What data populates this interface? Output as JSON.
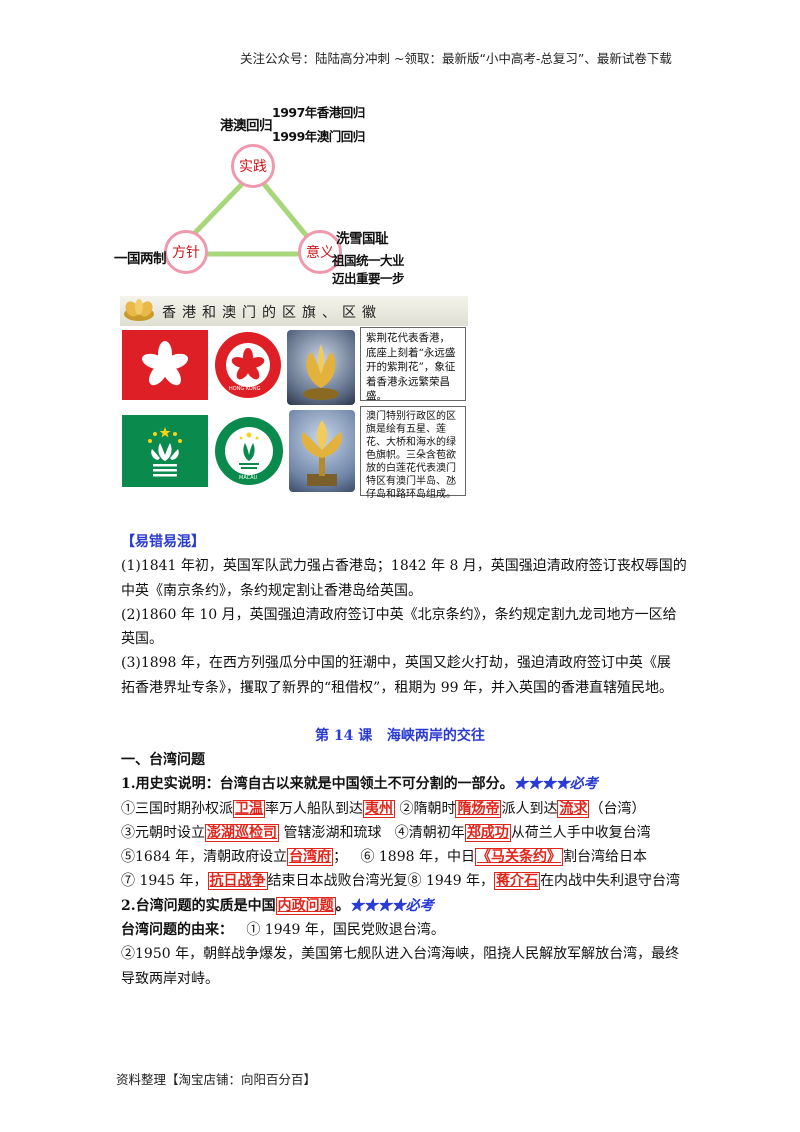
{
  "header": {
    "text": "关注公众号：陆陆高分冲刺  ~领取：最新版“小中高考-总复习”、最新试卷下载"
  },
  "diagram": {
    "circle_top": "实践",
    "circle_left": "方针",
    "circle_right": "意义",
    "top_label": "港澳回归",
    "top_items": [
      "1997年香港回归",
      "1999年澳门回归"
    ],
    "left_label": "一国两制",
    "right_label": "洗雪国耻",
    "right_items": [
      "祖国统一大业",
      "迈出重要一步"
    ]
  },
  "flags_panel": {
    "title": "香港和澳门的区旗、区徽",
    "hk_emblem_text": "HONG KONG",
    "macau_emblem_text": "MACAU",
    "hk_note": "紫荆花代表香港，底座上刻着“永远盛开的紫荆花”，象征着香港永远繁荣昌盛。",
    "macau_note": "澳门特别行政区的区旗是绘有五星、莲花、大桥和海水的绿色旗帜。三朵含苞欲放的白莲花代表澳门特区有澳门半岛、氹仔岛和路环岛组成。"
  },
  "section1": {
    "heading": "【易错易混】",
    "lines": [
      "(1)1841 年初，英国军队武力强占香港岛；1842 年 8 月，英国强迫清政府签订丧权辱国的",
      "中英《南京条约》，条约规定割让香港岛给英国。",
      "(2)1860 年 10 月，英国强迫清政府签订中英《北京条约》，条约规定割九龙司地方一区给",
      "英国。",
      "(3)1898 年，在西方列强瓜分中国的狂潮中，英国又趁火打劫，强迫清政府签订中英《展",
      "拓香港界址专条》，攫取了新界的“租借权”，租期为 99 年，并入英国的香港直辖殖民地。"
    ]
  },
  "lesson": {
    "title": "第 14 课   海峡两岸的交往",
    "sub1": "一、台湾问题",
    "point1": "1.用史实说明：台湾自古以来就是中国领土不可分割的一部分。",
    "stars": "★★★★必考",
    "facts": {
      "l1a": "①三国时期孙权派",
      "l1k1": "卫温",
      "l1b": "率万人船队到达",
      "l1k2": "夷州",
      "l1c": " ②隋朝时",
      "l1k3": "隋炀帝",
      "l1d": "派人到达",
      "l1k4": "流求",
      "l1e": "（台湾）",
      "l2a": "③元朝时设立",
      "l2k1": "澎湖巡检司",
      "l2b": " 管辖澎湖和琉球   ④清朝初年",
      "l2k2": "郑成功",
      "l2c": "从荷兰人手中收复台湾",
      "l3a": "⑤1684 年，清朝政府设立",
      "l3k1": "台湾府",
      "l3b": "；   ⑥ 1898 年，中日",
      "l3k2": "《马关条约》",
      "l3c": "割台湾给日本",
      "l4a": "⑦ 1945 年，",
      "l4k1": "抗日战争",
      "l4b": "结束日本战败台湾光复⑧ 1949 年，",
      "l4k2": "蒋介石",
      "l4c": "在内战中失利退守台湾"
    },
    "point2a": "2.台湾问题的实质是中国",
    "point2k": "内政问题",
    "point2b": "。",
    "origin_label": "台湾问题的由来：",
    "origin1": "   ① 1949 年，国民党败退台湾。",
    "origin2a": "②1950 年，朝鲜战争爆发，美国第七舰队进入台湾海峡，阻挠人民解放军解放台湾，最终",
    "origin2b": "导致两岸对峙。"
  },
  "footer": {
    "text": "资料整理【淘宝店铺：向阳百分百】"
  },
  "colors": {
    "red": "#e1251b",
    "blue": "#2a3bd4",
    "circle_border": "#ee99ad",
    "triangle": "#a8d67a"
  }
}
